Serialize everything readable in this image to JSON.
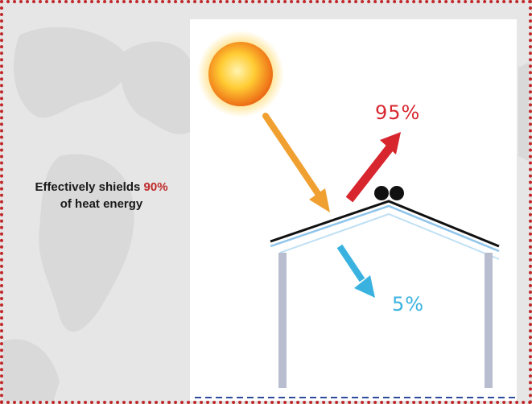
{
  "caption": {
    "prefix": "Effectively shields",
    "highlight": "90%",
    "suffix": "of heat energy"
  },
  "diagram": {
    "reflected_label": "95%",
    "transmitted_label": "5%",
    "icons": [
      "sun-icon",
      "incoming-heat-arrow",
      "reflected-heat-arrow",
      "transmitted-heat-arrow"
    ]
  },
  "colors": {
    "border": "#c0282a",
    "highlight": "#c0282a",
    "reflect": "#d8262f",
    "transmit": "#3ab2e0",
    "incoming": "#f0a030"
  }
}
